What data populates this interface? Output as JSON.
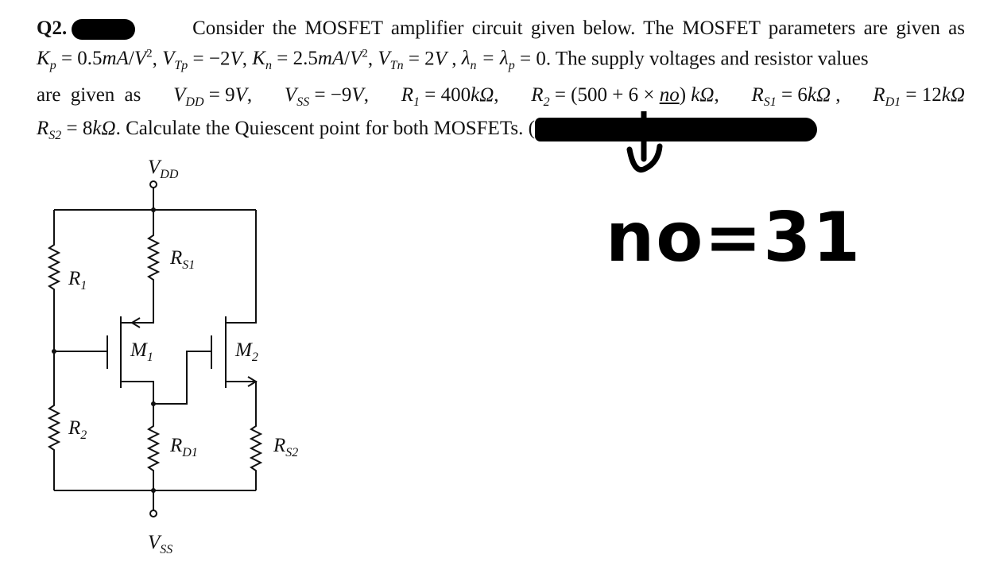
{
  "question": {
    "number": "Q2.",
    "line1": "Consider the MOSFET amplifier circuit given below. The MOSFET parameters are given as",
    "line2_text": ". The supply voltages and resistor values",
    "line3_prefix": "are given as",
    "line4_text": ". Calculate the Quiescent point for both MOSFETs. ("
  },
  "params": {
    "Kp": "K = 0.5 mA/V²",
    "VTp": "V = −2V",
    "Kn": "K = 2.5 mA/V²",
    "VTn": "V = 2V",
    "lambda": "λ = λ = 0",
    "VDD": "V = 9V",
    "VSS": "V = −9V",
    "R1": "R = 400kΩ",
    "R2": "R = (500 + 6 × no) kΩ",
    "RS1": "R = 6kΩ",
    "RD1": "R = 12kΩ",
    "RS2": "R = 8kΩ"
  },
  "circuit": {
    "vdd": "V",
    "vdd_sub": "DD",
    "vss": "V",
    "vss_sub": "SS",
    "r1": "R",
    "r1_sub": "1",
    "r2": "R",
    "r2_sub": "2",
    "rs1": "R",
    "rs1_sub": "S1",
    "rd1": "R",
    "rd1_sub": "D1",
    "rs2": "R",
    "rs2_sub": "S2",
    "m1": "M",
    "m1_sub": "1",
    "m2": "M",
    "m2_sub": "2"
  },
  "handwriting": {
    "note": "no=31"
  }
}
